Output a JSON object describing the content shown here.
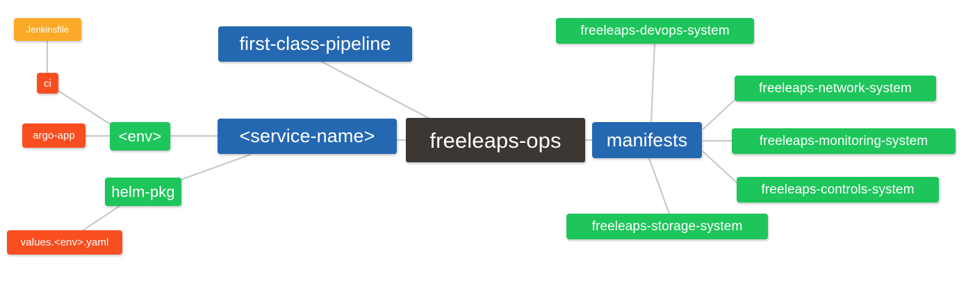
{
  "diagram": {
    "type": "mindmap",
    "title": "freeleaps-ops",
    "background": "#ffffff",
    "edge_color": "#c9c9c9",
    "palette": {
      "root": "#3c3733",
      "blue": "#2568b2",
      "green": "#1dc55a",
      "red": "#f94e20",
      "orange": "#fba928",
      "text": "#ffffff"
    }
  },
  "nodes": {
    "root": {
      "label": "freeleaps-ops"
    },
    "service_name": {
      "label": "<service-name>"
    },
    "first_class_pipeline": {
      "label": "first-class-pipeline"
    },
    "env": {
      "label": "<env>"
    },
    "ci": {
      "label": "ci"
    },
    "jenkinsfile": {
      "label": "Jenkinsfile"
    },
    "argo_app": {
      "label": "argo-app"
    },
    "helm_pkg": {
      "label": "helm-pkg"
    },
    "values_yaml": {
      "label": "values.<env>.yaml"
    },
    "manifests": {
      "label": "manifests"
    },
    "devops_system": {
      "label": "freeleaps-devops-system"
    },
    "network_system": {
      "label": "freeleaps-network-system"
    },
    "monitoring_system": {
      "label": "freeleaps-monitoring-system"
    },
    "controls_system": {
      "label": "freeleaps-controls-system"
    },
    "storage_system": {
      "label": "freeleaps-storage-system"
    }
  },
  "edges": [
    {
      "from": "root",
      "to": "service_name"
    },
    {
      "from": "root",
      "to": "first_class_pipeline"
    },
    {
      "from": "root",
      "to": "manifests"
    },
    {
      "from": "service_name",
      "to": "env"
    },
    {
      "from": "service_name",
      "to": "helm_pkg"
    },
    {
      "from": "env",
      "to": "ci"
    },
    {
      "from": "env",
      "to": "argo_app"
    },
    {
      "from": "ci",
      "to": "jenkinsfile"
    },
    {
      "from": "helm_pkg",
      "to": "values_yaml"
    },
    {
      "from": "manifests",
      "to": "devops_system"
    },
    {
      "from": "manifests",
      "to": "network_system"
    },
    {
      "from": "manifests",
      "to": "monitoring_system"
    },
    {
      "from": "manifests",
      "to": "controls_system"
    },
    {
      "from": "manifests",
      "to": "storage_system"
    }
  ]
}
